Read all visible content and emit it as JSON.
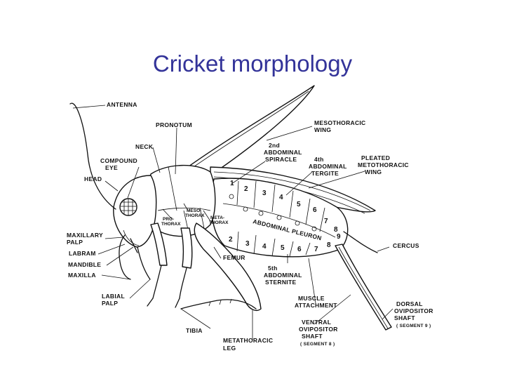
{
  "title": "Cricket morphology",
  "labels": {
    "antenna": "ANTENNA",
    "pronotum": "PRONOTUM",
    "mesothoracic_wing_1": "MESOTHORACIC",
    "mesothoracic_wing_2": "WING",
    "neck": "NECK",
    "abdominal_spiracle_1": "2nd",
    "abdominal_spiracle_2": "ABDOMINAL",
    "abdominal_spiracle_3": "SPIRACLE",
    "pleated_wing_1": "PLEATED",
    "pleated_wing_2": "METOTHORACIC",
    "pleated_wing_3": "WING",
    "compound_eye_1": "COMPOUND",
    "compound_eye_2": "EYE",
    "abdominal_tergite_1": "4th",
    "abdominal_tergite_2": "ABDOMINAL",
    "abdominal_tergite_3": "TERGITE",
    "head": "HEAD",
    "prothorax_1": "PRO-",
    "prothorax_2": "THORAX",
    "mesothorax_1": "MESO-",
    "mesothorax_2": "THORAX",
    "metathorax_1": "META-",
    "metathorax_2": "THORAX",
    "abdominal_pleuron": "ABDOMINAL PLEURON",
    "maxillary_palp_1": "MAXILLARY",
    "maxillary_palp_2": "PALP",
    "cercus": "CERCUS",
    "labram": "LABRAM",
    "femur": "FEMUR",
    "mandible": "MANDIBLE",
    "maxilla": "MAXILLA",
    "abdominal_sternite_1": "5th",
    "abdominal_sternite_2": "ABDOMINAL",
    "abdominal_sternite_3": "STERNITE",
    "labial_palp_1": "LABIAL",
    "labial_palp_2": "PALP",
    "muscle_attachment_1": "MUSCLE",
    "muscle_attachment_2": "ATTACHMENT",
    "dorsal_ovipositor_1": "DORSAL",
    "dorsal_ovipositor_2": "OVIPOSITOR",
    "dorsal_ovipositor_3": "SHAFT",
    "dorsal_ovipositor_4": "( SEGMENT 9 )",
    "tibia": "TIBIA",
    "ventral_ovipositor_1": "VENTRAL",
    "ventral_ovipositor_2": "OVIPOSITOR",
    "ventral_ovipositor_3": "SHAFT",
    "ventral_ovipositor_4": "( SEGMENT 8 )",
    "metathoracic_leg_1": "METATHORACIC",
    "metathoracic_leg_2": "LEG"
  },
  "tergite_numbers": [
    "1",
    "2",
    "3",
    "4",
    "5",
    "6",
    "7",
    "8"
  ],
  "sternite_numbers": [
    "2",
    "3",
    "4",
    "5",
    "6",
    "7",
    "8",
    "9"
  ]
}
